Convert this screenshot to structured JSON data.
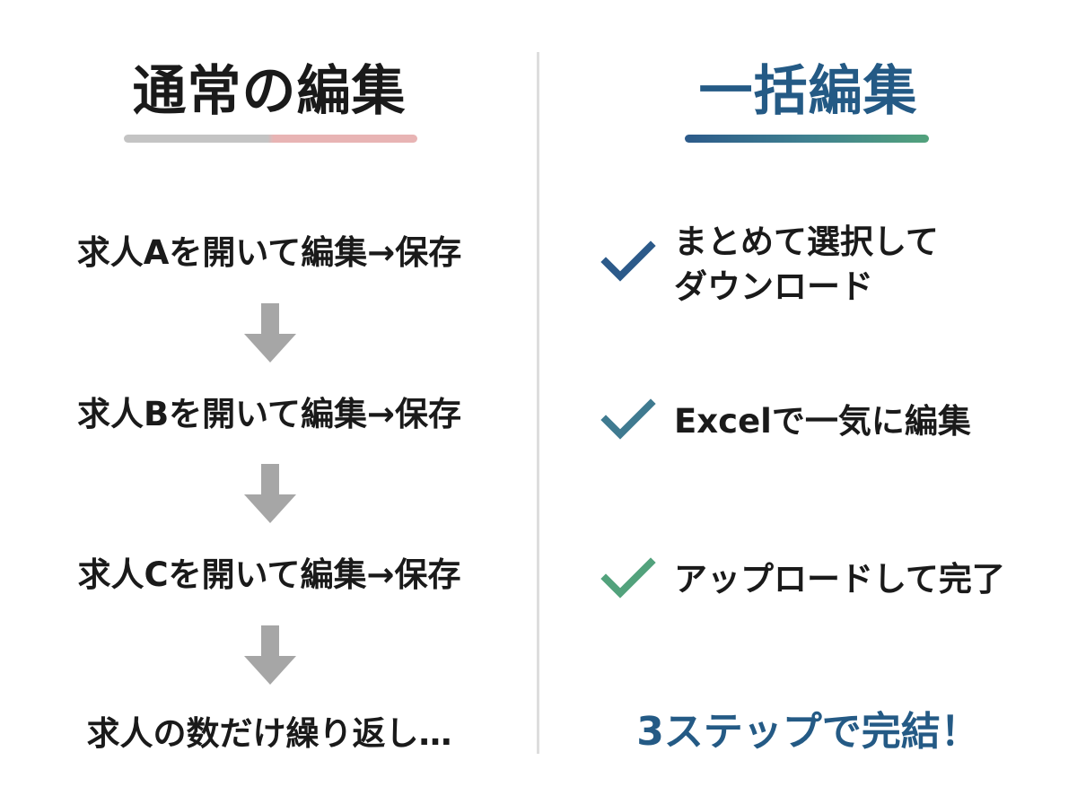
{
  "left": {
    "heading": "通常の編集",
    "underline_colors": [
      "#c4c4c4",
      "#e8b4b4"
    ],
    "steps": [
      "求人Aを開いて編集→保存",
      "求人Bを開いて編集→保存",
      "求人Cを開いて編集→保存",
      "求人の数だけ繰り返し…"
    ],
    "arrow_icon": "down-arrow-icon",
    "arrow_color": "#a6a6a6"
  },
  "right": {
    "heading": "一括編集",
    "heading_color": "#245a85",
    "underline_colors": [
      "#2c5a8a",
      "#52a27c"
    ],
    "check_icon": "checkmark-icon",
    "items": [
      {
        "line1": "まとめて選択して",
        "line2": "ダウンロード",
        "check_color": "#2c5a8a"
      },
      {
        "line1": "Excelで一気に編集",
        "check_color": "#3f7a90"
      },
      {
        "line1": "アップロードして完了",
        "check_color": "#52a27c"
      }
    ],
    "closing": "3ステップで完結！",
    "closing_color": "#245a85"
  }
}
